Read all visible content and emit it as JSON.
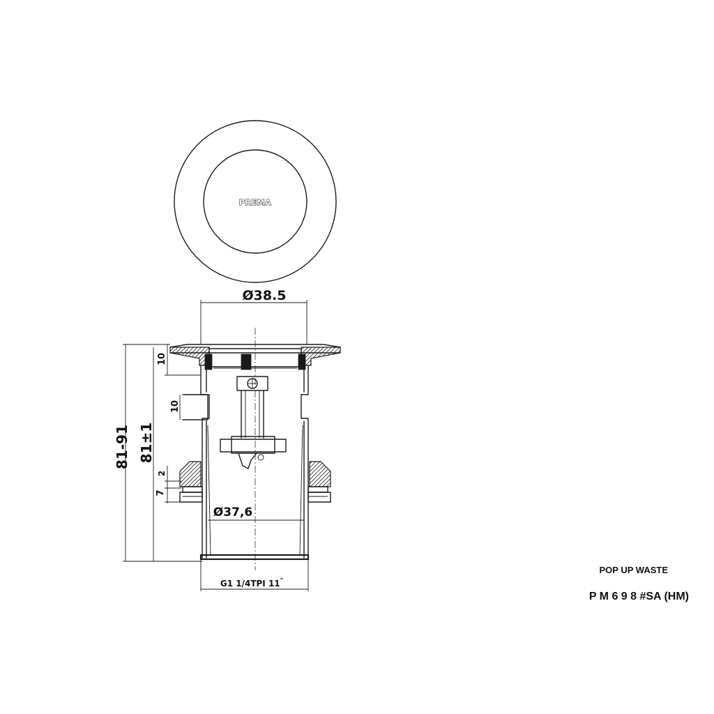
{
  "top_view": {
    "logo": "PREMA"
  },
  "dimensions": {
    "top_diameter": "Ø38.5",
    "body_diameter": "Ø37,6",
    "thread": "G1 1/4TPI 11",
    "thread_sup": "°",
    "overall_range": "81-91",
    "overall_nominal": "81±1",
    "flange_height": "10",
    "slot_height": "10",
    "nut_gap": "2",
    "nut_height": "7"
  },
  "title_block": {
    "name": "POP UP WASTE",
    "code": "P M 6 9 8 #SA (HM)"
  },
  "colors": {
    "line": "#1a1a1a",
    "background": "#ffffff"
  }
}
